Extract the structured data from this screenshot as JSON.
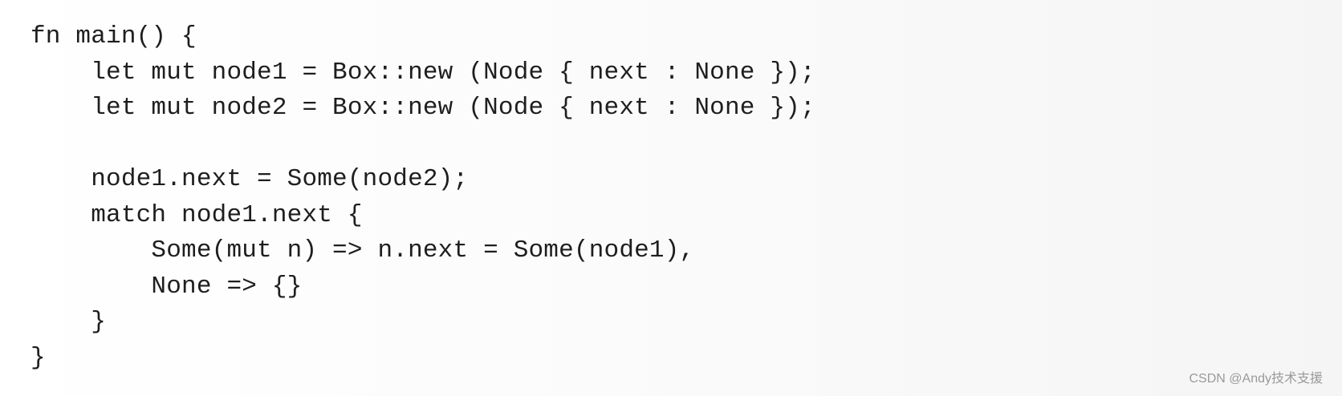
{
  "code": {
    "lines": [
      "fn main() {",
      "    let mut node1 = Box::new (Node { next : None });",
      "    let mut node2 = Box::new (Node { next : None });",
      "",
      "    node1.next = Some(node2);",
      "    match node1.next {",
      "        Some(mut n) => n.next = Some(node1),",
      "        None => {}",
      "    }",
      "}"
    ]
  },
  "watermark": {
    "text": "CSDN @Andy技术支援"
  }
}
